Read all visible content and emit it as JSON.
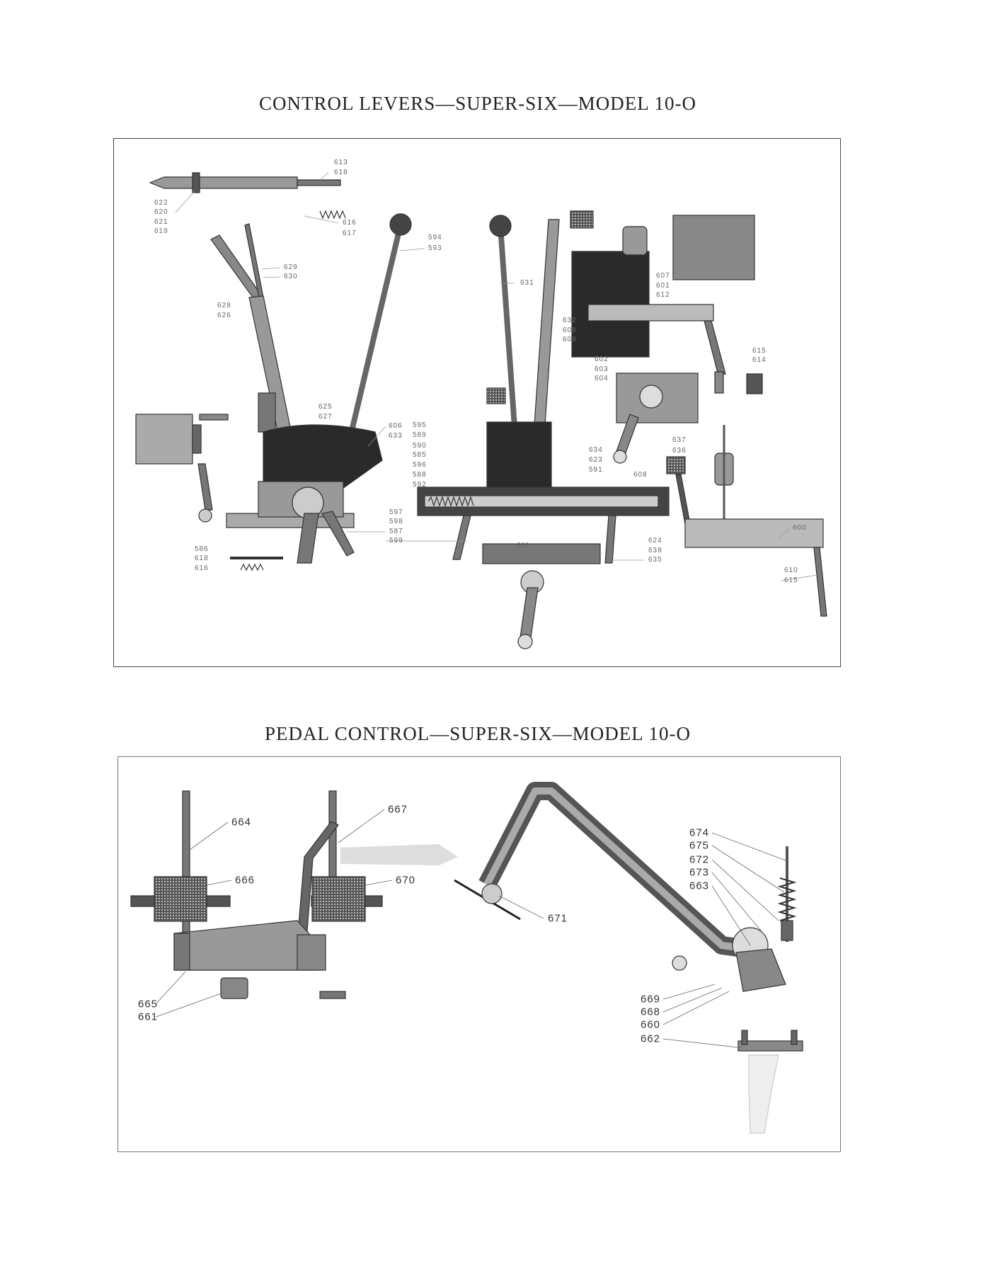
{
  "page": {
    "title_top": "CONTROL LEVERS—SUPER-SIX—MODEL 10-O",
    "title_bottom": "PEDAL CONTROL—SUPER-SIX—MODEL 10-O"
  },
  "top_labels": [
    "613",
    "618",
    "622",
    "620",
    "621",
    "619",
    "616",
    "617",
    "594",
    "593",
    "629",
    "630",
    "628",
    "626",
    "631",
    "607",
    "601",
    "612",
    "632",
    "608",
    "609",
    "615",
    "614",
    "602",
    "603",
    "604",
    "625",
    "627",
    "606",
    "633",
    "595",
    "589",
    "590",
    "585",
    "596",
    "588",
    "592",
    "597",
    "598",
    "587",
    "599",
    "634",
    "623",
    "591",
    "637",
    "636",
    "608",
    "611",
    "624",
    "638",
    "635",
    "586",
    "618",
    "616",
    "600",
    "610",
    "615"
  ],
  "bottom_labels": [
    "664",
    "666",
    "667",
    "670",
    "671",
    "665",
    "661",
    "674",
    "675",
    "672",
    "673",
    "663",
    "669",
    "668",
    "660",
    "662"
  ],
  "colors": {
    "ink": "#333333",
    "metal": "#8a8a8a",
    "dark": "#2a2a2a",
    "paper": "#ffffff"
  }
}
